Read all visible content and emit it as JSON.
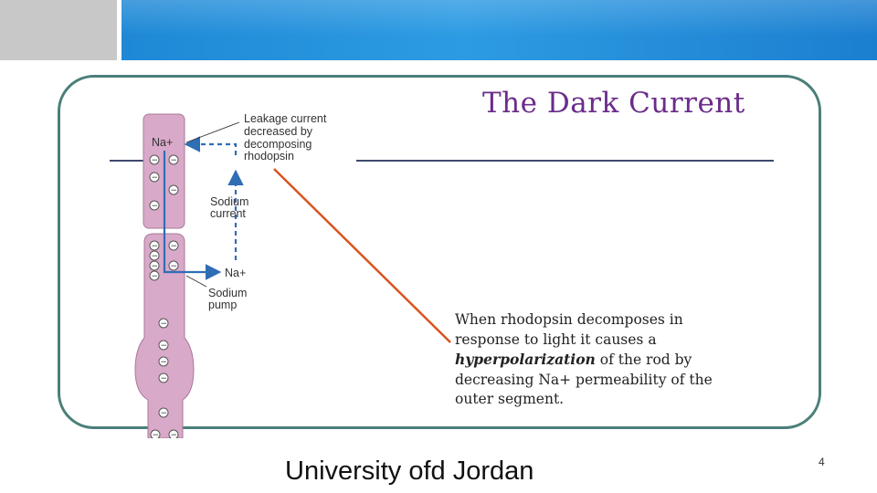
{
  "slide": {
    "title": "The Dark Current",
    "explanation": {
      "line1": "When rhodopsin decomposes in",
      "line2": "response to light it causes a",
      "line3_emphasis": "hyperpolarization",
      "line3_rest": " of the rod by",
      "line4": "decreasing Na+ permeability of the",
      "line5": "outer segment."
    },
    "footer": "University ofd Jordan",
    "page_number": "4"
  },
  "diagram": {
    "ion_top": "Na+",
    "ion_right": "Na+",
    "charge_symbol": "−",
    "labels": {
      "leakage": [
        "Leakage current",
        "decreased by",
        "decomposing",
        "rhodopsin"
      ],
      "sodium_current": [
        "Sodium",
        "current"
      ],
      "sodium_pump": [
        "Sodium",
        "pump"
      ]
    }
  },
  "colors": {
    "banner_blue": "#1e88d6",
    "banner_gray": "#c8c8c8",
    "title_purple": "#6b2c8a",
    "rod_fill": "#d9a9c9",
    "arrow_blue": "#2f6db5",
    "pointer_red": "#d9531e"
  }
}
